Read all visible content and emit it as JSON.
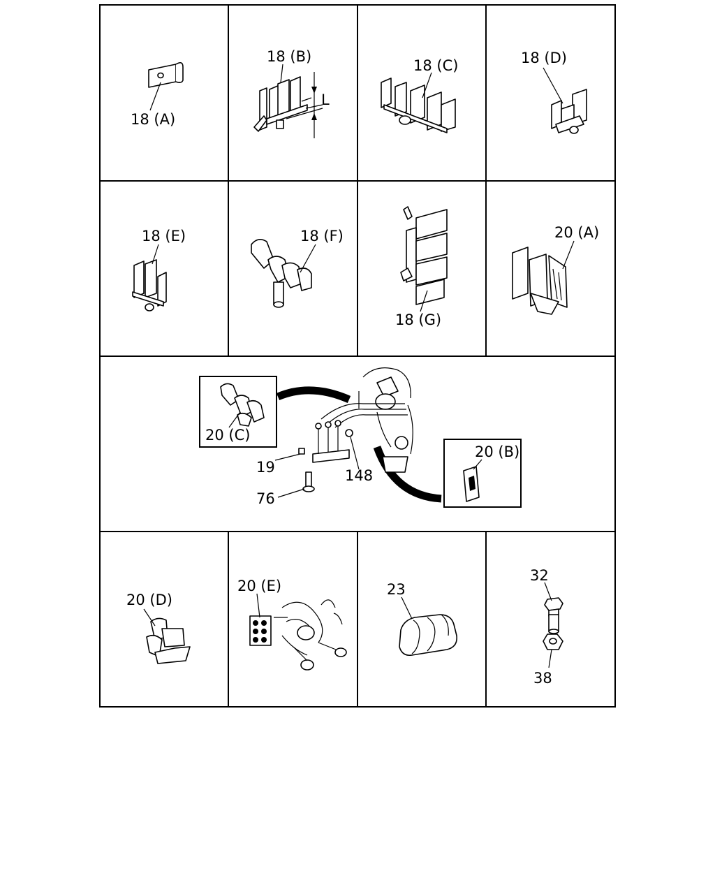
{
  "labels": {
    "p18a": "18 (A)",
    "p18b": "18 (B)",
    "dim_l": "L",
    "p18c": "18 (C)",
    "p18d": "18 (D)",
    "p18e": "18 (E)",
    "p18f": "18 (F)",
    "p18g": "18 (G)",
    "p20a": "20 (A)",
    "p20c": "20 (C)",
    "p20b": "20 (B)",
    "p19": "19",
    "p148": "148",
    "p76": "76",
    "p20d": "20 (D)",
    "p20e": "20 (E)",
    "p23": "23",
    "p32": "32",
    "p38": "38"
  }
}
